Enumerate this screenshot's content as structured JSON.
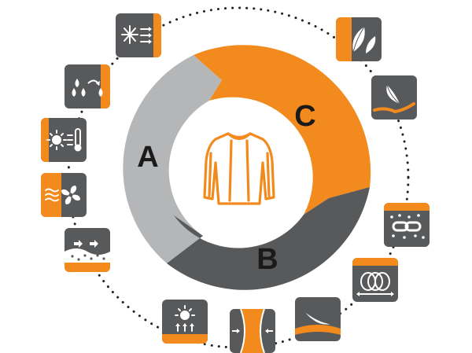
{
  "segments": [
    {
      "letter": "A",
      "color": "#b5b6b8"
    },
    {
      "letter": "B",
      "color": "#58595b"
    },
    {
      "letter": "C",
      "color": "#f28a1e"
    }
  ],
  "colors": {
    "orange": "#f28a1e",
    "gray_dark": "#58595b",
    "gray_light": "#b5b6b8",
    "dots": "#222222",
    "white": "#ffffff"
  },
  "center_icon": "long-sleeve-thermal-shirt-icon",
  "feature_icons": [
    "snowflake-airflow-icon",
    "moisture-wicking-icon",
    "sun-temperature-icon",
    "fan-ventilation-icon",
    "breathable-layer-icon",
    "sun-heat-rise-icon",
    "compression-fit-icon",
    "feather-light-icon",
    "thermal-loops-icon",
    "antibacterial-link-icon",
    "soft-feather-hand-icon",
    "leaf-natural-icon"
  ]
}
